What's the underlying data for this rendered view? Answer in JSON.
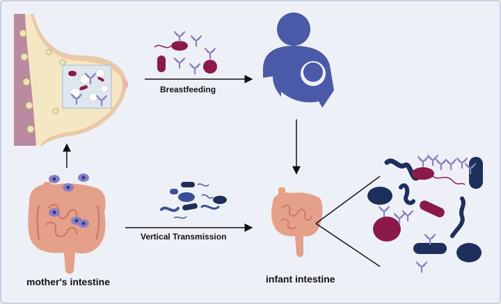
{
  "labels": {
    "breastfeeding": "Breastfeeding",
    "vertical_transmission": "Vertical Transmission",
    "mother_intestine": "mother's intestine",
    "infant_intestine": "infant intestine"
  },
  "colors": {
    "background": "#eef0f7",
    "mother_icon": "#4a5aa8",
    "maroon_bacteria": "#8b1a4a",
    "navy_bacteria": "#1f2f5c",
    "blue_bacteria": "#3b4e9e",
    "antibody": "#8b7fc4",
    "breast_tissue": "#f3dfc6",
    "intestine": "#e5a08a"
  },
  "icons": {
    "mother_child": "breastfeeding-mother-icon",
    "breast": "breast-anatomy-icon",
    "mother_gut": "intestine-icon",
    "infant_gut": "intestine-icon"
  }
}
